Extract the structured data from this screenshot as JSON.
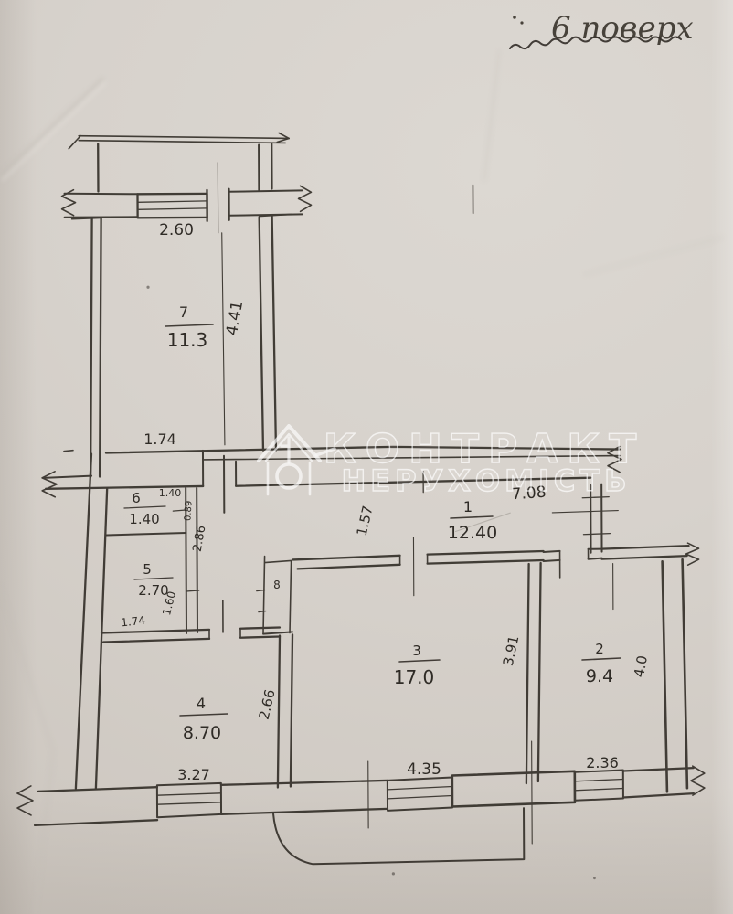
{
  "note": {
    "floor_label": "6 поверх"
  },
  "watermark": {
    "line1": "КОНТРАКТ",
    "line2": "НЕРУХОМІСТЬ",
    "icon": "house-key-icon"
  },
  "rooms": {
    "r1": {
      "num": "1",
      "area": "12.40"
    },
    "r2": {
      "num": "2",
      "area": "9.4"
    },
    "r3": {
      "num": "3",
      "area": "17.0"
    },
    "r4": {
      "num": "4",
      "area": "8.70"
    },
    "r5": {
      "num": "5",
      "area": "2.70"
    },
    "r6": {
      "num": "6",
      "area": "1.40"
    },
    "r7": {
      "num": "7",
      "area": "11.3"
    },
    "r8": {
      "num": "8"
    }
  },
  "dims": {
    "balcony_window": "2.60",
    "room7_depth": "4.41",
    "room7_wall": "1.74",
    "wc_width": "1.40",
    "wc_door": "0.89",
    "corridor_depth": "2.86",
    "bath_depth": "1.60",
    "bath_width": "1.74",
    "hall_left": "1.57",
    "hall_width": "7.08",
    "room3_side": "3.91",
    "room2_side": "4.0",
    "room4_side": "2.66",
    "room4_window": "3.27",
    "room3_window": "4.35",
    "room2_window": "2.36"
  },
  "colors": {
    "paper": "#d8d3cc",
    "ink": "#35302a",
    "watermark": "#ffffff"
  }
}
